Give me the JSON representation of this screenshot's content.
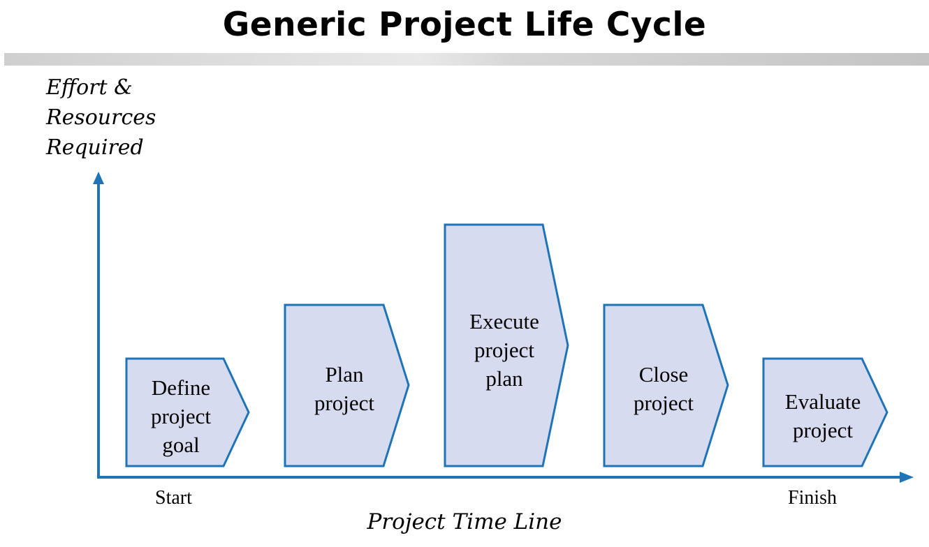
{
  "title": "Generic Project Life Cycle",
  "y_axis_label": [
    "Effort &",
    "Resources",
    "Required"
  ],
  "x_axis_label": "Project Time Line",
  "timeline": {
    "start": "Start",
    "finish": "Finish"
  },
  "phases": [
    {
      "id": "define",
      "label": [
        "Define",
        "project",
        "goal"
      ]
    },
    {
      "id": "plan",
      "label": [
        "Plan",
        "project"
      ]
    },
    {
      "id": "execute",
      "label": [
        "Execute",
        "project",
        "plan"
      ]
    },
    {
      "id": "close",
      "label": [
        "Close",
        "project"
      ]
    },
    {
      "id": "evaluate",
      "label": [
        "Evaluate",
        "project"
      ]
    }
  ],
  "colors": {
    "axis": "#1f73b7",
    "box_fill": "#d6dbef",
    "box_stroke": "#1f73b7"
  }
}
